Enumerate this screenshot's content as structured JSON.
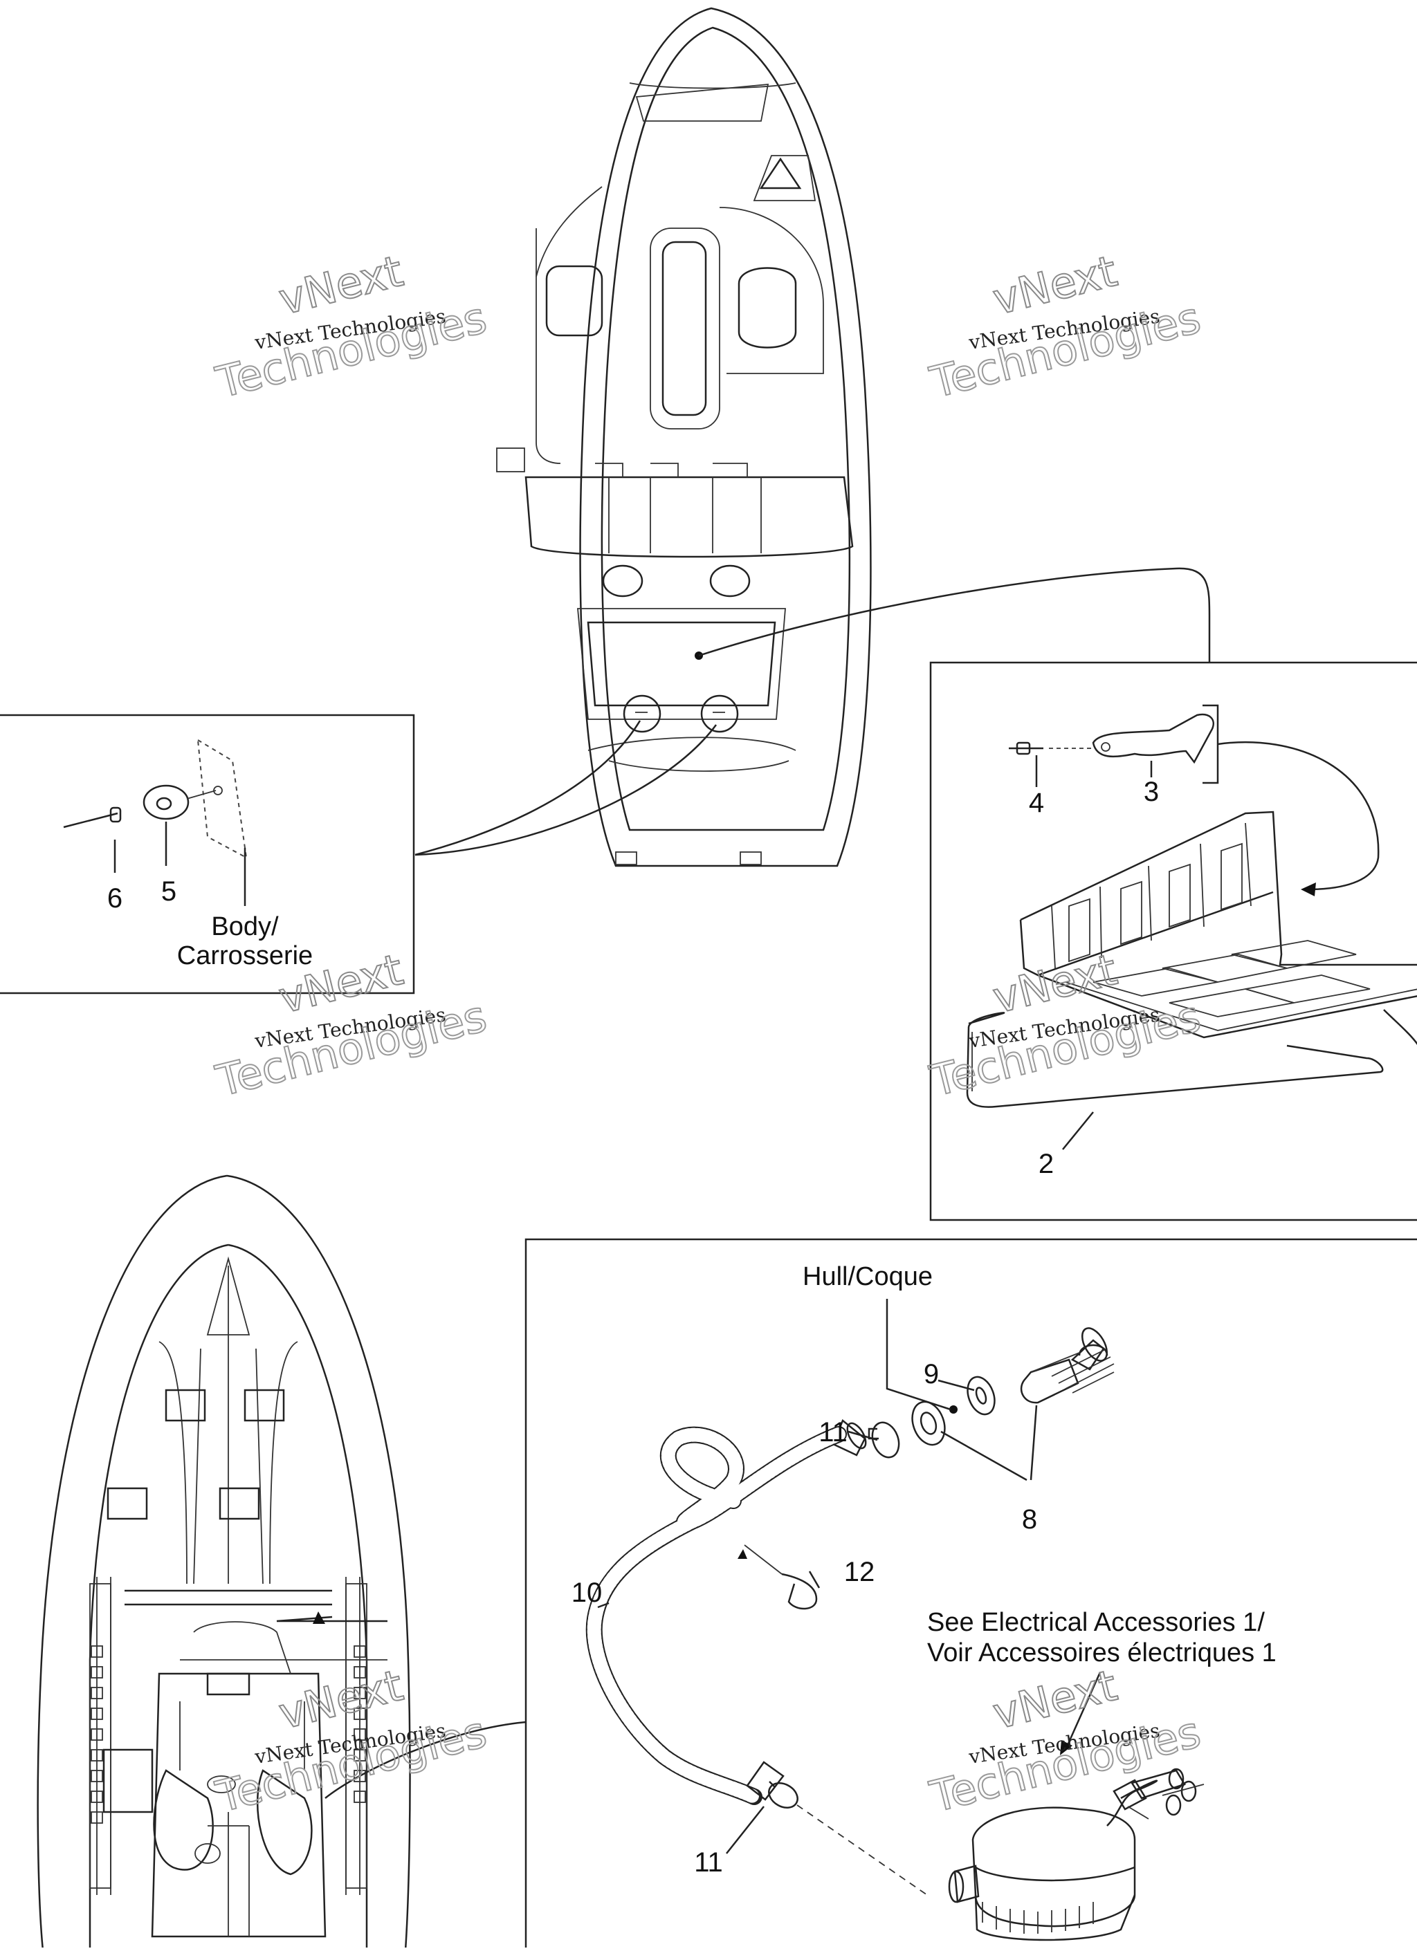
{
  "watermark": {
    "line_small": "vNext Technologies",
    "line_big_1": "vNext",
    "line_big_2": "Technologies"
  },
  "callouts": {
    "n2": "2",
    "n3": "3",
    "n4": "4",
    "n5": "5",
    "n6": "6",
    "n8": "8",
    "n9": "9",
    "n10": "10",
    "n11a": "11",
    "n11b": "11",
    "n12": "12"
  },
  "labels": {
    "body_line1": "Body/",
    "body_line2": "Carrosserie",
    "hull": "Hull/Coque",
    "see_line1": "See Electrical Accessories 1/",
    "see_line2": "Voir Accessoires électriques 1"
  }
}
